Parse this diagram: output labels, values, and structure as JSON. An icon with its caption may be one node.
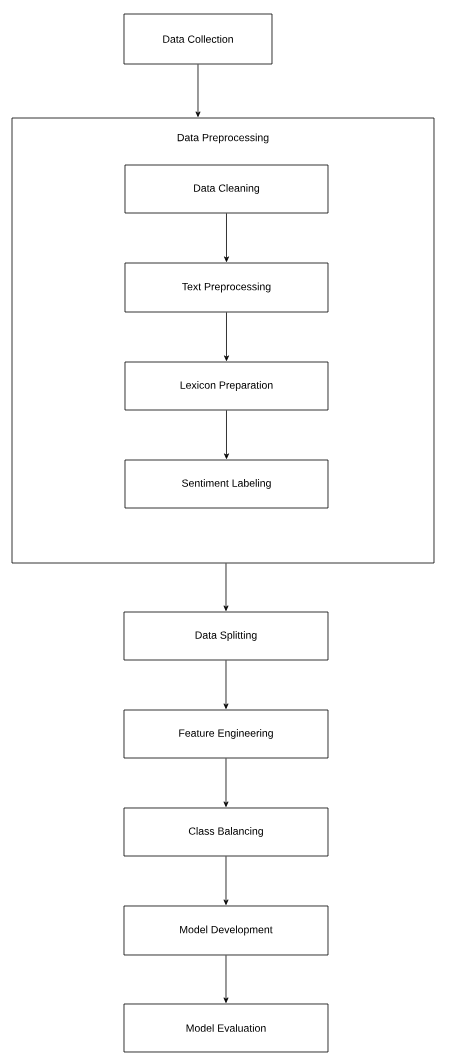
{
  "diagram": {
    "nodes": [
      {
        "text": [
          "Data Collection"
        ]
      },
      {
        "text": [
          "Data Preprocessing"
        ]
      },
      {
        "text": [
          "Data Cleaning"
        ],
        "in": 1
      },
      {
        "text": [
          "Text Preprocessing"
        ],
        "in": 1
      },
      {
        "text": [
          "Lexicon Preparation"
        ],
        "in": 1
      },
      {
        "text": [
          "Sentiment Labeling"
        ],
        "in": 1
      },
      {
        "text": [
          "Data Splitting"
        ]
      },
      {
        "text": [
          "Feature Engineering"
        ]
      },
      {
        "text": [
          "Class Balancing"
        ]
      },
      {
        "text": [
          "Model Development"
        ]
      },
      {
        "text": [
          "Model Evaluation"
        ]
      }
    ],
    "edges": [
      {
        "from": 0,
        "to": 1,
        "arrow": "to"
      },
      {
        "from": 2,
        "to": 3,
        "arrow": "to"
      },
      {
        "from": 3,
        "to": 4,
        "arrow": "to"
      },
      {
        "from": 4,
        "to": 5,
        "arrow": "to"
      },
      {
        "from": 1,
        "to": 6,
        "arrow": "to"
      },
      {
        "from": 6,
        "to": 7,
        "arrow": "to"
      },
      {
        "from": 7,
        "to": 8,
        "arrow": "to"
      },
      {
        "from": 8,
        "to": 9,
        "arrow": "to"
      },
      {
        "from": 9,
        "to": 10,
        "arrow": "to"
      }
    ]
  }
}
